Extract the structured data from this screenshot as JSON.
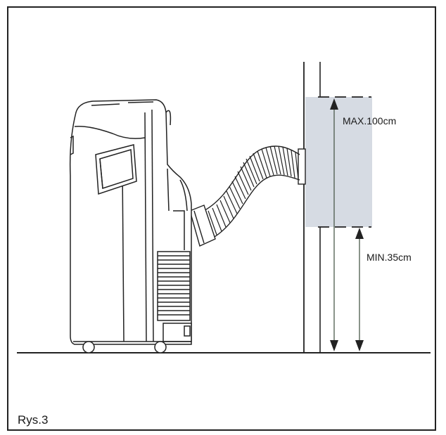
{
  "labels": {
    "max": "MAX.100cm",
    "min": "MIN.35cm",
    "caption": "Rys.3"
  },
  "colors": {
    "line": "#222222",
    "window_fill": "#d6dbe3",
    "guide": "#6e8a6e"
  },
  "measures": {
    "max_cm": 100,
    "min_cm": 35
  }
}
